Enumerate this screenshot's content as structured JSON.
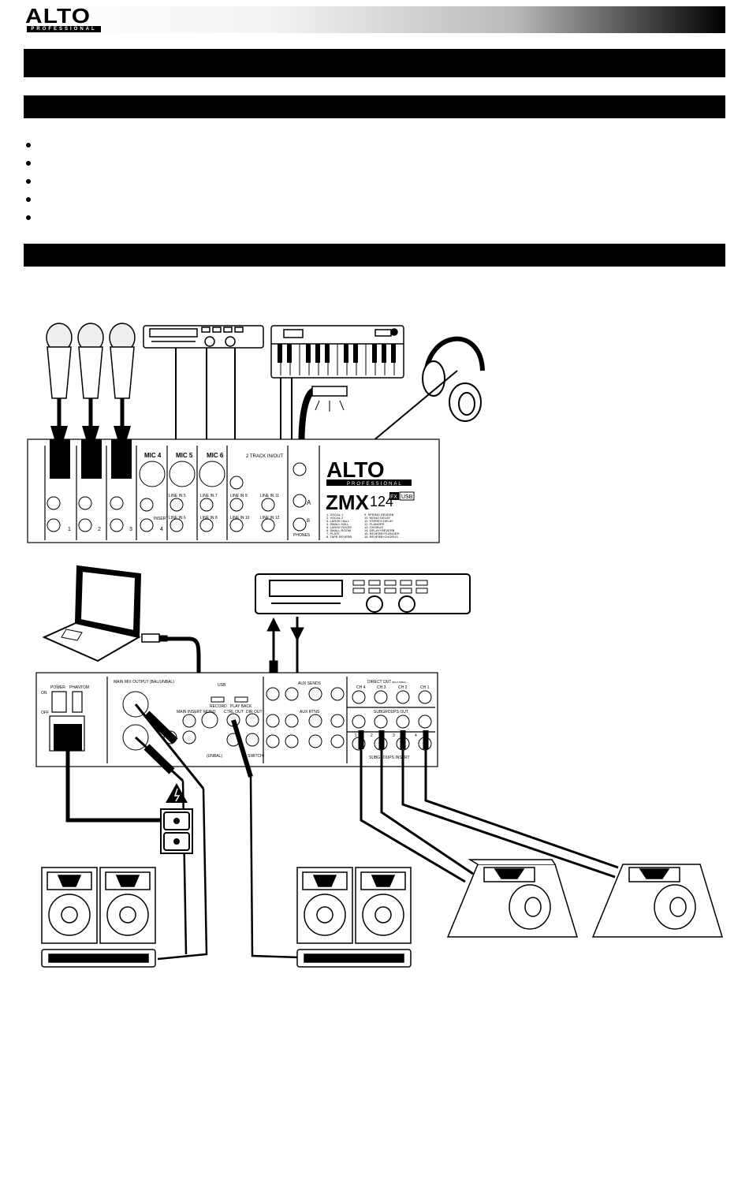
{
  "header": {
    "logo_text": "ALTO",
    "logo_subtext": "PROFESSIONAL"
  },
  "bullets": [
    {
      "text": ""
    },
    {
      "text": ""
    },
    {
      "text": ""
    },
    {
      "text": ""
    },
    {
      "text": ""
    }
  ],
  "mixer_top": {
    "channel_labels": [
      "MIC 4",
      "MIC 5",
      "MIC 6",
      "2 TRACK IN/OUT"
    ],
    "line_labels": [
      "LINE IN 5",
      "LINE IN 7",
      "LINE IN 9",
      "LINE IN 11",
      "LINE IN 6",
      "LINE IN 8",
      "LINE IN 10",
      "LINE IN 12"
    ],
    "channel_numbers": [
      "1",
      "2",
      "3",
      "4"
    ],
    "insert_label": "INSERT",
    "phones_label": "PHONES",
    "brand": "ALTO",
    "brand_sub": "PROFESSIONAL",
    "model": "ZMX",
    "model_num": "124",
    "badges": [
      "FX",
      "USB"
    ],
    "headphone_outputs": [
      "A",
      "B"
    ],
    "presets_left": [
      "1. VOCAL 1",
      "2. VOCAL 2",
      "3. LARGE HALL",
      "4. SMALL HALL",
      "5. LARGE ROOM",
      "6. SMALL ROOM",
      "7. PLATE",
      "8. TAPE REVERB"
    ],
    "presets_right": [
      "9. SPRING REVERB",
      "10. MONO DELAY",
      "11. STEREO DELAY",
      "12. FLANGER",
      "13. CHORUS",
      "14. DELAY+REVERB",
      "15. REVERB+FLANGER",
      "16. REVERB+CHORUS"
    ]
  },
  "mixer_rear": {
    "power_label": "POWER",
    "phantom_label": "PHANTOM",
    "on_label": "ON",
    "off_label": "OFF",
    "main_mix_label": "MAIN MIX OUTPUT (BAL/UNBAL)",
    "usb_label": "USB",
    "record_label": "RECORD",
    "playback_label": "PLAY BACK",
    "main_insert_label": "MAIN INSERT",
    "mono_label": "MONO",
    "ctrl_out_label": "CTRL OUT",
    "phones_out_label": "DIR OUT",
    "unbal_label": "(UNBAL)",
    "switch_label": "SWITCH",
    "aux_sends_label": "AUX SENDS",
    "aux_rtns_label": "AUX RTNS",
    "direct_out_label": "DIRECT OUT",
    "direct_out_sub": "(BAL/UNBAL)",
    "direct_channels": [
      "CH 4",
      "CH 3",
      "CH 2",
      "CH 1"
    ],
    "subgroups_out_label": "SUBGROUPS OUT",
    "subgroups_insert_label": "SUBGROUPS INSERT",
    "numbers": [
      "1",
      "2",
      "3",
      "4"
    ]
  },
  "colors": {
    "ink": "#000000",
    "paper": "#ffffff"
  }
}
